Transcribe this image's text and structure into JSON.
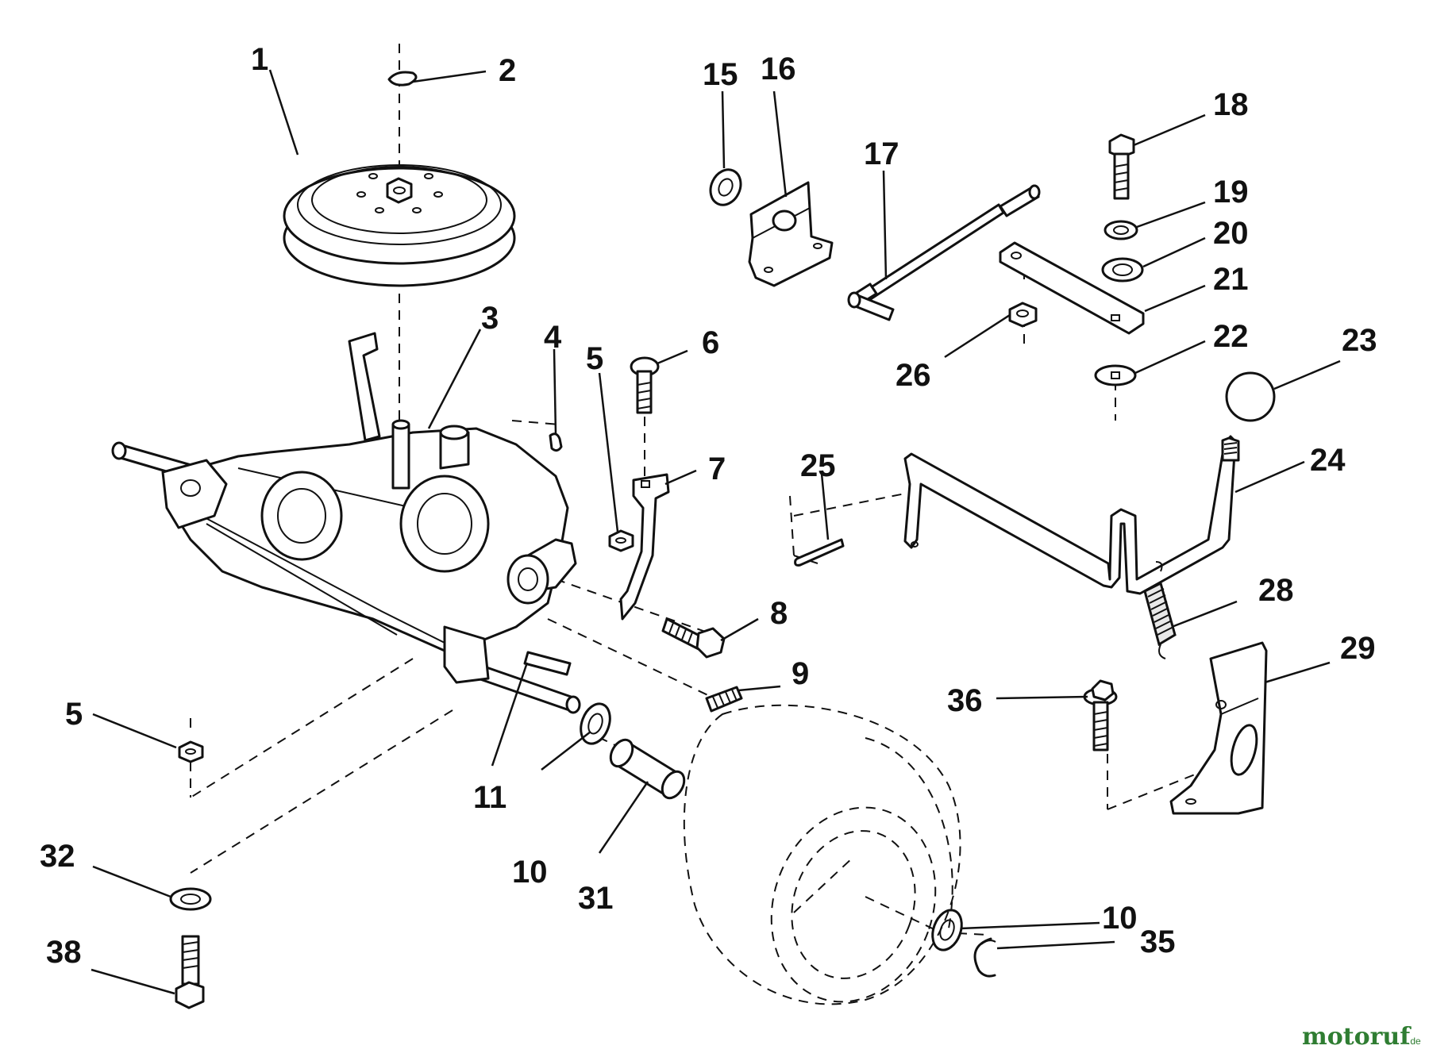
{
  "labels": {
    "p1": "1",
    "p2": "2",
    "p3": "3",
    "p4": "4",
    "p5a": "5",
    "p5b": "5",
    "p6": "6",
    "p7": "7",
    "p8": "8",
    "p9": "9",
    "p10a": "10",
    "p10b": "10",
    "p11": "11",
    "p15": "15",
    "p16": "16",
    "p17": "17",
    "p18": "18",
    "p19": "19",
    "p20": "20",
    "p21": "21",
    "p22": "22",
    "p23": "23",
    "p24": "24",
    "p25": "25",
    "p26": "26",
    "p28": "28",
    "p29": "29",
    "p31": "31",
    "p32": "32",
    "p35": "35",
    "p36": "36",
    "p38": "38"
  },
  "watermark": {
    "brand": "motoruf",
    "suffix": ".de",
    "brand_color": "#2f7d32",
    "dot_color": "#e07b00"
  }
}
